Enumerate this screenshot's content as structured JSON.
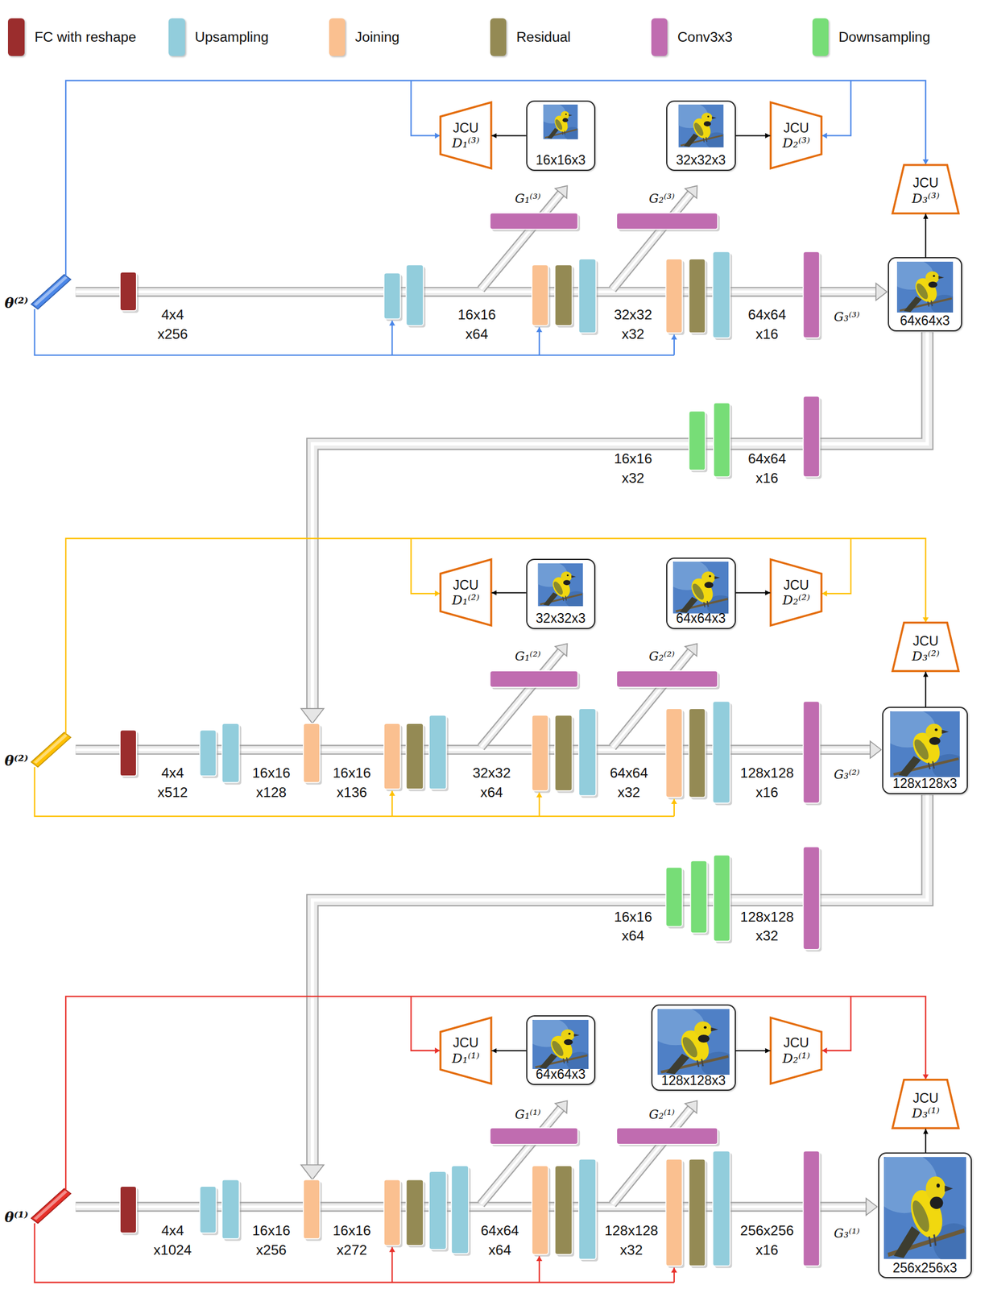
{
  "diagram": {
    "nodes": [
      {
        "text": [
          "JCU",
          "D₁⁽³⁾"
        ]
      },
      {
        "text": [
          "16x16x3"
        ]
      },
      {
        "text": [
          "32x32x3"
        ]
      },
      {
        "text": [
          "JCU",
          "D₂⁽³⁾"
        ]
      },
      {
        "text": [
          "JCU",
          "D₃⁽³⁾"
        ]
      },
      {
        "text": [
          "64x64x3"
        ]
      },
      {
        "text": [
          "JCU",
          "D₁⁽²⁾"
        ]
      },
      {
        "text": [
          "32x32x3"
        ]
      },
      {
        "text": [
          "64x64x3"
        ]
      },
      {
        "text": [
          "JCU",
          "D₂⁽²⁾"
        ]
      },
      {
        "text": [
          "JCU",
          "D₃⁽²⁾"
        ]
      },
      {
        "text": [
          "128x128x3"
        ]
      },
      {
        "text": [
          "JCU",
          "D₁⁽¹⁾"
        ]
      },
      {
        "text": [
          "64x64x3"
        ]
      },
      {
        "text": [
          "128x128x3"
        ]
      },
      {
        "text": [
          "JCU",
          "D₂⁽¹⁾"
        ]
      },
      {
        "text": [
          "JCU",
          "D₃⁽¹⁾"
        ]
      },
      {
        "text": [
          "256x256x3"
        ]
      }
    ],
    "edges": [
      {
        "from": 1,
        "to": 0,
        "arrow": "to"
      },
      {
        "from": 2,
        "to": 3,
        "arrow": "to"
      },
      {
        "from": 5,
        "to": 4,
        "arrow": "to"
      },
      {
        "from": 7,
        "to": 6,
        "arrow": "to"
      },
      {
        "from": 8,
        "to": 9,
        "arrow": "to"
      },
      {
        "from": 11,
        "to": 10,
        "arrow": "to"
      },
      {
        "from": 13,
        "to": 12,
        "arrow": "to"
      },
      {
        "from": 14,
        "to": 15,
        "arrow": "to"
      },
      {
        "from": 17,
        "to": 16,
        "arrow": "to"
      }
    ],
    "labels": [
      "θ⁽²⁾",
      "G₁⁽³⁾",
      "G₂⁽³⁾",
      "4x4 x256",
      "16x16 x64",
      "32x32 x32",
      "64x64 x16",
      "G₃⁽³⁾",
      "16x16 x32",
      "64x64 x16",
      "θ⁽²⁾",
      "G₁⁽²⁾",
      "G₂⁽²⁾",
      "4x4 x512",
      "16x16 x128",
      "16x16 x136",
      "32x32 x64",
      "64x64 x32",
      "128x128 x16",
      "G₃⁽²⁾",
      "16x16 x64",
      "128x128 x32",
      "θ⁽¹⁾",
      "G₁⁽¹⁾",
      "G₂⁽¹⁾",
      "4x4 x1024",
      "16x16 x256",
      "16x16 x272",
      "64x64 x64",
      "128x128 x32",
      "256x256 x16",
      "G₃⁽¹⁾"
    ],
    "legend": [
      {
        "text": "FC with reshape",
        "color": "#9b2d2d"
      },
      {
        "text": "Upsampling",
        "color": "#92cddc"
      },
      {
        "text": "Joining",
        "color": "#fac090"
      },
      {
        "text": "Residual",
        "color": "#948a54"
      },
      {
        "text": "Conv3x3",
        "color": "#c06cb0"
      },
      {
        "text": "Downsampling",
        "color": "#77dd77"
      }
    ]
  }
}
